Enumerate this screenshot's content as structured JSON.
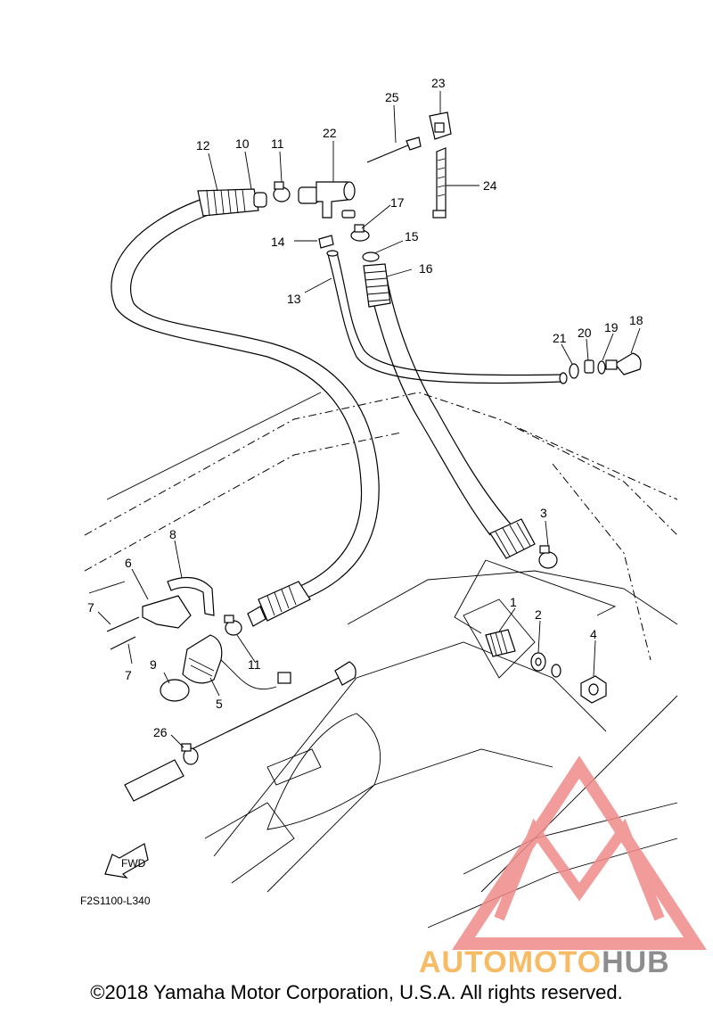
{
  "diagram": {
    "figure_code": "F2S1100-L340",
    "fwd_label": "FWD",
    "callouts": [
      {
        "id": "c1",
        "label": "1"
      },
      {
        "id": "c2",
        "label": "2"
      },
      {
        "id": "c3",
        "label": "3"
      },
      {
        "id": "c4",
        "label": "4"
      },
      {
        "id": "c5",
        "label": "5"
      },
      {
        "id": "c6",
        "label": "6"
      },
      {
        "id": "c7a",
        "label": "7"
      },
      {
        "id": "c7b",
        "label": "7"
      },
      {
        "id": "c8",
        "label": "8"
      },
      {
        "id": "c9",
        "label": "9"
      },
      {
        "id": "c10",
        "label": "10"
      },
      {
        "id": "c11a",
        "label": "11"
      },
      {
        "id": "c11b",
        "label": "11"
      },
      {
        "id": "c12",
        "label": "12"
      },
      {
        "id": "c13",
        "label": "13"
      },
      {
        "id": "c14",
        "label": "14"
      },
      {
        "id": "c15",
        "label": "15"
      },
      {
        "id": "c16",
        "label": "16"
      },
      {
        "id": "c17",
        "label": "17"
      },
      {
        "id": "c18",
        "label": "18"
      },
      {
        "id": "c19",
        "label": "19"
      },
      {
        "id": "c20",
        "label": "20"
      },
      {
        "id": "c21",
        "label": "21"
      },
      {
        "id": "c22",
        "label": "22"
      },
      {
        "id": "c23",
        "label": "23"
      },
      {
        "id": "c24",
        "label": "24"
      },
      {
        "id": "c25",
        "label": "25"
      },
      {
        "id": "c26",
        "label": "26"
      }
    ]
  },
  "watermark": {
    "brand_part1": "AUTOMOTO",
    "brand_part2": "HUB",
    "color_primary": "#f08a8a",
    "color_secondary": "#f5b04a",
    "color_tertiary": "#7a7a7a"
  },
  "copyright": "©2018 Yamaha Motor Corporation, U.S.A. All rights reserved."
}
